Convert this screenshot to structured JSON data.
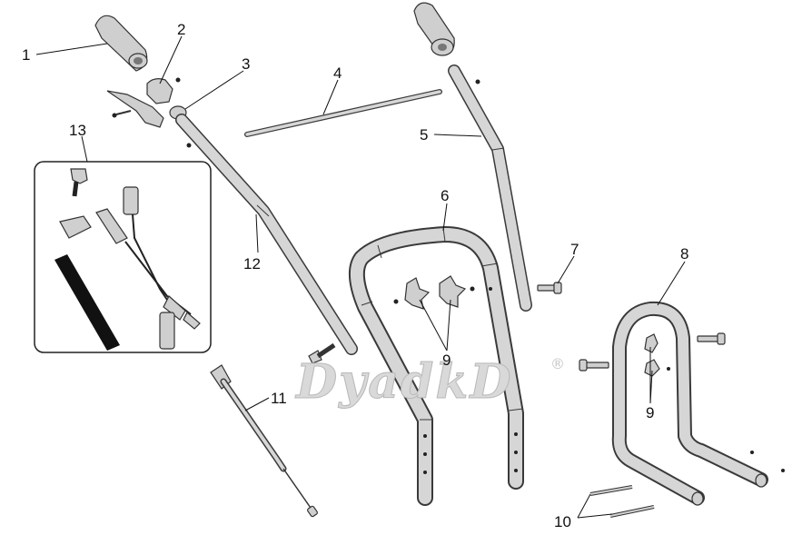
{
  "callouts": {
    "c1": "1",
    "c2": "2",
    "c3": "3",
    "c4": "4",
    "c5": "5",
    "c6": "6",
    "c7": "7",
    "c8": "8",
    "c9a": "9",
    "c9b": "9",
    "c10": "10",
    "c11": "11",
    "c12": "12",
    "c13": "13"
  },
  "watermark": {
    "text": "DyadkD",
    "mark": "®"
  },
  "colors": {
    "line": "#3a3a3a",
    "tube_fill": "#d6d6d6",
    "detail_box": "#ffffff",
    "watermark": "#d9d9d9"
  }
}
